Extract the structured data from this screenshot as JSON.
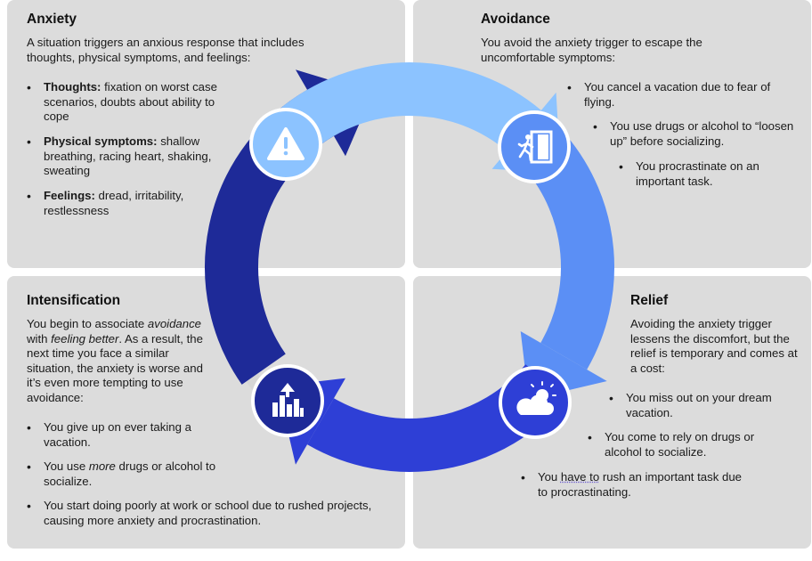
{
  "anxiety": {
    "title": "Anxiety",
    "intro": "A situation triggers an anxious response that includes thoughts, physical symptoms, and feelings:",
    "items": [
      {
        "label": "Thoughts:",
        "text": " fixation on worst case scenarios, doubts about ability to cope"
      },
      {
        "label": "Physical symptoms:",
        "text": " shallow breathing, racing heart, shaking, sweating"
      },
      {
        "label": "Feelings:",
        "text": " dread, irritability, restlessness"
      }
    ]
  },
  "avoidance": {
    "title": "Avoidance",
    "intro": "You avoid the anxiety trigger to escape the uncomfortable symptoms:",
    "items": [
      "You cancel a vacation due to fear of flying.",
      "You use drugs or alcohol to “loosen up” before socializing.",
      "You procrastinate on an important task."
    ]
  },
  "intensification": {
    "title": "Intensification",
    "intro": {
      "p1": "You begin to associate ",
      "p2": "avoidance",
      "p3": " with ",
      "p4": "feeling better",
      "p5": ". As a result, the next time you face a similar situation, the anxiety is worse and it’s even more tempting to use avoidance:"
    },
    "items": {
      "i1": "You give up on ever taking a vacation.",
      "i2a": "You use ",
      "i2b": "more",
      "i2c": " drugs or alcohol to socialize.",
      "i3": "You start doing poorly at work or school due to rushed projects, causing more anxiety and procrastination."
    }
  },
  "relief": {
    "title": "Relief",
    "intro": "Avoiding the anxiety trigger lessens the discomfort, but the relief is temporary and comes at a cost:",
    "items": {
      "i1": "You miss out on your dream vacation.",
      "i2": "You come to rely on drugs or alcohol to socialize.",
      "i3a": "You ",
      "i3b": "have to",
      "i3c": " rush an important task due to procrastinating."
    }
  },
  "icons": [
    "warning-icon",
    "exit-door-icon",
    "partly-cloudy-icon",
    "rising-bars-icon"
  ],
  "colors": {
    "anxiety": "#8cc3ff",
    "avoidance": "#5b8ff5",
    "relief": "#2e3fd6",
    "intensification": "#1e2a98",
    "panel": "#dcdcdc",
    "ring_edge": "#d8d8d8"
  }
}
